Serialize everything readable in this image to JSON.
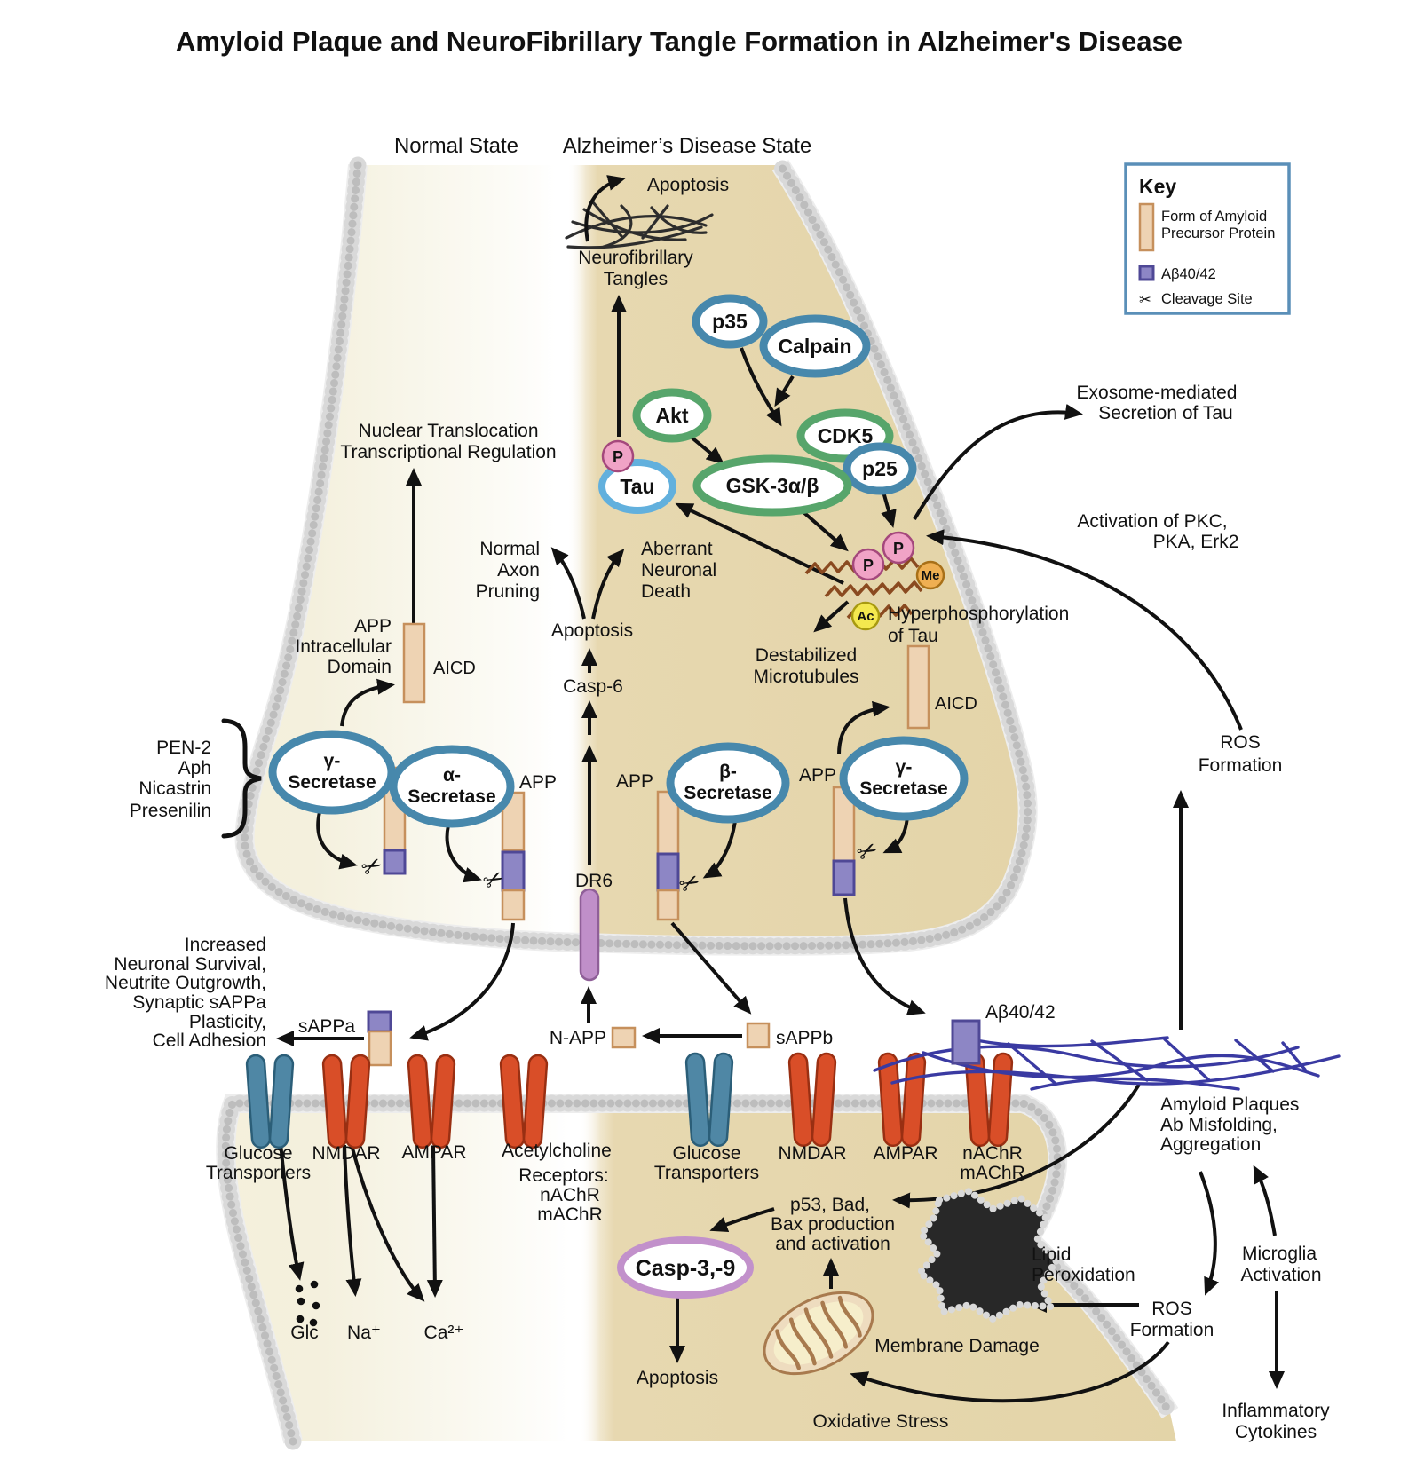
{
  "title": "Amyloid Plaque and NeuroFibrillary Tangle Formation in Alzheimer's Disease",
  "states": {
    "normal": "Normal State",
    "alzheimers": "Alzheimer’s Disease State"
  },
  "key": {
    "heading": "Key",
    "app_line1": "Form of Amyloid",
    "app_line2": "Precursor Protein",
    "abeta": "Aβ40/42",
    "cleavage": "Cleavage Site",
    "scissors": "✂"
  },
  "ovals": {
    "p35": "p35",
    "calpain": "Calpain",
    "akt": "Akt",
    "cdk5": "CDK5",
    "p25": "p25",
    "gsk": "GSK-3α/β",
    "tau": "Tau",
    "gamma_prefix": "γ-",
    "alpha_prefix": "α-",
    "beta_prefix": "β-",
    "secretase": "Secretase",
    "casp39": "Casp-3,-9"
  },
  "badges": {
    "p": "P",
    "me": "Me",
    "ac": "Ac"
  },
  "labels": {
    "apoptosis_top": "Apoptosis",
    "nft1": "Neurofibrillary",
    "nft2": "Tangles",
    "exosome1": "Exosome-mediated",
    "exosome2": "Secretion of Tau",
    "pkc1": "Activation of PKC,",
    "pkc2": "PKA, Erk2",
    "hyper1": "Hyperphosphorylation",
    "hyper2": "of Tau",
    "destab1": "Destabilized",
    "destab2": "Microtubules",
    "nuclear1": "Nuclear Translocation",
    "nuclear2": "Transcriptional Regulation",
    "normal_axon1": "Normal",
    "normal_axon2": "Axon",
    "normal_axon3": "Pruning",
    "aberrant1": "Aberrant",
    "aberrant2": "Neuronal",
    "aberrant3": "Death",
    "apoptosis_mid": "Apoptosis",
    "casp6": "Casp-6",
    "appdomain1": "APP",
    "appdomain2": "Intracellular",
    "appdomain3": "Domain",
    "aicd": "AICD",
    "app": "APP",
    "dr6": "DR6",
    "pen2": "PEN-2",
    "aph": "Aph",
    "nicastrin": "Nicastrin",
    "presenilin": "Presenilin",
    "ros1": "ROS",
    "ros2": "Formation",
    "increased1": "Increased",
    "increased2": "Neuronal Survival,",
    "increased3": "Neutrite Outgrowth,",
    "increased4": "Synaptic sAPPa",
    "increased5": "Plasticity,",
    "increased6": "Cell Adhesion",
    "sappa": "sAPPa",
    "napp": "N-APP",
    "sappb": "sAPPb",
    "abeta": "Aβ40/42",
    "glucose1": "Glucose",
    "glucose2": "Transporters",
    "nmdar": "NMDAR",
    "ampar": "AMPAR",
    "ach1": "Acetylcholine",
    "ach2": "Receptors:",
    "ach3": "nAChR",
    "ach4": "mAChR",
    "nachr": "nAChR",
    "machr": "mAChR",
    "glc": "Glc",
    "na": "Na⁺",
    "ca": "Ca²⁺",
    "p53_1": "p53, Bad,",
    "p53_2": "Bax production",
    "p53_3": "and activation",
    "apoptosis_bottom": "Apoptosis",
    "oxidative": "Oxidative Stress",
    "membrane_damage": "Membrane Damage",
    "lipid1": "Lipid",
    "lipid2": "Peroxidation",
    "ros_b1": "ROS",
    "ros_b2": "Formation",
    "plaques1": "Amyloid Plaques",
    "plaques2": "Ab Misfolding,",
    "plaques3": "Aggregation",
    "microglia1": "Microglia",
    "microglia2": "Activation",
    "inflammatory1": "Inflammatory",
    "inflammatory2": "Cytokines"
  },
  "colors": {
    "normal_cell": "#f6f1da",
    "ad_cell": "#e4d5ab",
    "membrane_bead": "#c2c2c2",
    "app_tan": "#eed3b3",
    "abeta_purple": "#8d86c5",
    "secretase_ring": "#4788ac",
    "kinase_ring": "#57a56b",
    "tau_ring": "#62b0dd",
    "phospho_pink": "#f0a3c6",
    "methyl_orange": "#efaf52",
    "acetyl_yellow": "#f4e84f",
    "receptor_red": "#d94e28",
    "transporter_blue": "#4f87a5",
    "dr6_purple": "#c08fc9",
    "casp_ring": "#c291cb",
    "fibril_blue": "#3a3aa2",
    "key_border": "#5a8fb8",
    "mito_fill": "#eedcbf"
  }
}
